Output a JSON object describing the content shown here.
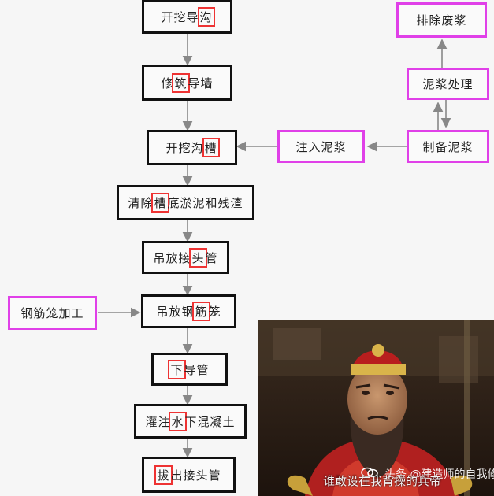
{
  "steps": {
    "s1": {
      "pre": "开挖导",
      "hl": "沟",
      "post": ""
    },
    "s2": {
      "pre": "修",
      "hl": "筑",
      "post": "导墙"
    },
    "s3": {
      "pre": "开挖沟",
      "hl": "槽",
      "post": ""
    },
    "s4": {
      "pre": "清除",
      "hl": "槽",
      "post": "底淤泥和残渣"
    },
    "s5": {
      "pre": "吊放接",
      "hl": "头",
      "post": "管"
    },
    "s6": {
      "pre": "吊放钢",
      "hl": "筋",
      "post": "笼"
    },
    "s7": {
      "pre": "",
      "hl": "下",
      "post": "导管"
    },
    "s8": {
      "pre": "灌注",
      "hl": "水",
      "post": "下混凝土"
    },
    "s9": {
      "pre": "",
      "hl": "拔",
      "post": "出接头管"
    }
  },
  "side": {
    "discharge": "排除废浆",
    "process": "泥浆处理",
    "prepare": "制备泥浆",
    "inject": "注入泥浆",
    "rebar": "钢筋笼加工"
  },
  "photo": {
    "caption": "谁敢设在我背操的兵帝",
    "watermark": "头条 @建造师的自我修养"
  },
  "colors": {
    "box_border": "#111111",
    "side_border": "#e040e8",
    "highlight": "#e33333",
    "arrow": "#888888"
  }
}
